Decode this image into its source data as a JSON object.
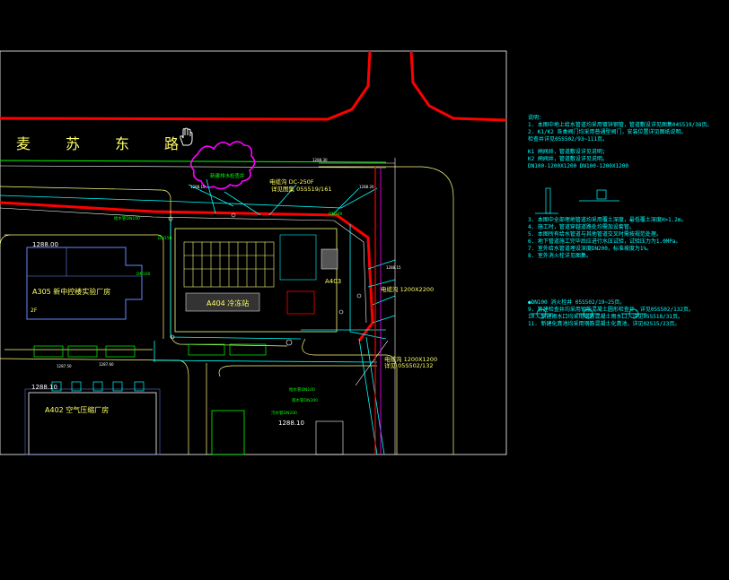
{
  "drawing": {
    "road_name": [
      "麦",
      "苏",
      "东",
      "路"
    ],
    "elevations": [
      "1288.00",
      "1288.10",
      "1288.10"
    ],
    "buildings": {
      "a305": "A305 新中控楼实验厂房",
      "a305_floor": "2F",
      "a402": "A402 空气压缩厂房",
      "a404": "A404 冷冻站",
      "a403": "A403"
    },
    "cable_labels": {
      "main_duct": "电缆沟 DC-250F",
      "main_duct_ref": "详见图集 05S519/161",
      "duct_a": "电缆沟 1200X1200",
      "duct_a_ref": "详见 05S502/132",
      "duct_b": "电缆沟 1200X2200",
      "top_callout": "新建排水检查井"
    }
  },
  "notes": {
    "title": "说明：",
    "lines": [
      "1. 本图中地上给水管道均采用镀锌钢管，管道敷设详见图集04S519/38页。",
      "2. K1/K2 各类阀门均采用普通型阀门，安装位置详见图纸说明。",
      "   检查井详见05S502/93~111页。",
      "   K1 闸阀井，管道敷设详见说明；",
      "   K2 闸阀井，管道敷设详见说明。",
      "   DN100-1200X1200              DN100-1200X1200",
      "3. 本图中全部埋地管道均采用覆土深度，最低覆土深度H>1.2m。",
      "4. 施工时，管道穿越道路处均需加设套管。",
      "5. 本图所有给水管道与其他管道交叉时需按规范处理。",
      "6. 地下管道施工完毕后应进行水压试验，试验压力为1.0MPa。",
      "7. 室外给水管道埋设深度DN200，标准坡度为1%。",
      "8. 室外消火栓详见图集。",
      "   ●DN100 消火栓井 05S502/19~25页。",
      "9. 新建检查井均采用钢筋混凝土圆形检查井，详见05S502/132页。",
      "10. 新建雨水口均采用钢筋混凝土雨水口，详见05S518/31页。",
      "11. 新建化粪池均采用钢筋混凝土化粪池，详见02S15/23页。"
    ]
  }
}
